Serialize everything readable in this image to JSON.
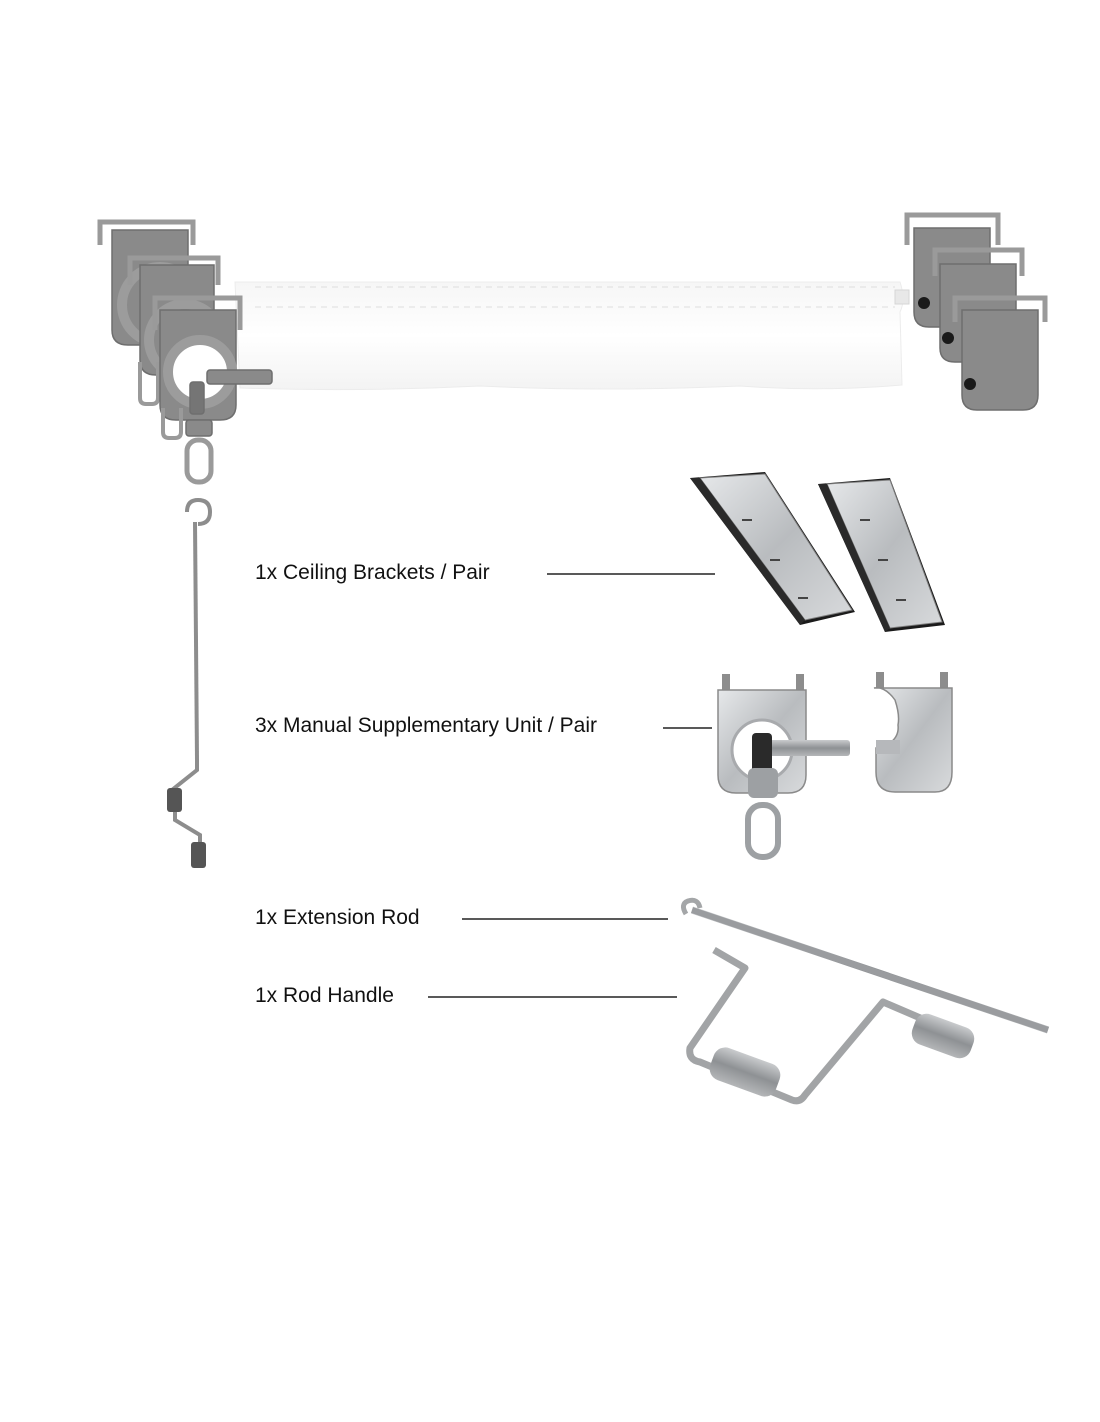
{
  "parts": [
    {
      "id": "ceiling-brackets",
      "label": "1x Ceiling Brackets / Pair"
    },
    {
      "id": "manual-unit",
      "label": "3x Manual Supplementary Unit / Pair"
    },
    {
      "id": "extension-rod",
      "label": "1x Extension Rod"
    },
    {
      "id": "rod-handle",
      "label": "1x Rod Handle"
    }
  ],
  "colors": {
    "hardware_gray": "#8c8c8c",
    "hardware_dark": "#6f6f6f",
    "light_metal": "#b5b8bb",
    "fabric_white": "#ffffff",
    "leader_line": "#222222"
  }
}
